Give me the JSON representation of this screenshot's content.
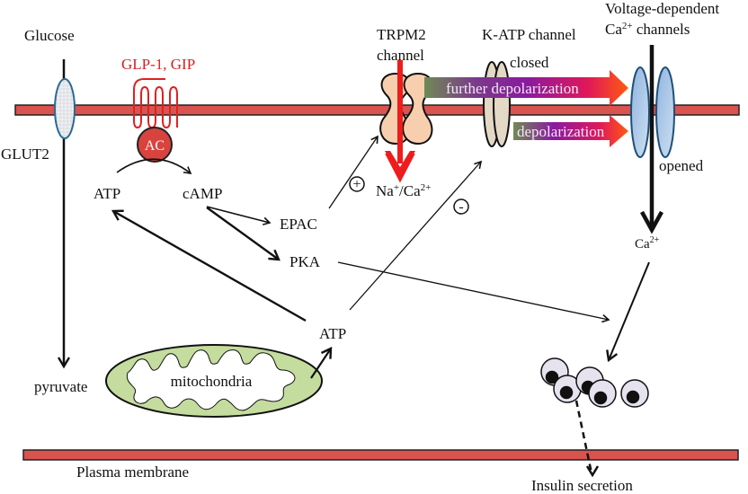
{
  "diagram": {
    "labels": {
      "glucose": "Glucose",
      "glut2": "GLUT2",
      "pyruvate": "pyruvate",
      "glp1_gip": "GLP-1, GIP",
      "ac": "AC",
      "atp_top": "ATP",
      "camp": "cAMP",
      "epac": "EPAC",
      "pka": "PKA",
      "atp_mid": "ATP",
      "mitochondria": "mitochondria",
      "trpm2_line1": "TRPM2",
      "trpm2_line2": "channel",
      "na_ca": "Na",
      "na_sup": "+",
      "na_ca_sep": "/Ca",
      "ca_sup": "2+",
      "katp": "K-ATP channel",
      "closed": "closed",
      "further_depol": "further depolarization",
      "depol": "depolarization",
      "vdcc_line1": "Voltage-dependent",
      "vdcc_line2_a": "Ca",
      "vdcc_line2_sup": "2+",
      "vdcc_line2_b": " channels",
      "opened": "opened",
      "ca_ion": "Ca",
      "ca_ion_sup": "2+",
      "plus": "+",
      "minus": "-",
      "plasma_membrane": "Plasma membrane",
      "insulin_secretion": "Insulin secretion"
    },
    "colors": {
      "membrane": "#d9534f",
      "receptor": "#e02020",
      "ac_fill": "#d9433e",
      "trpm2_fill": "#f8cfae",
      "katp_fill": "#e4d8c6",
      "vdcc_fill": "#a9c8e8",
      "mito_fill": "#c4dc9e",
      "granule_fill": "#e6e2ee",
      "arrow_red": "#ee1c1c"
    }
  }
}
